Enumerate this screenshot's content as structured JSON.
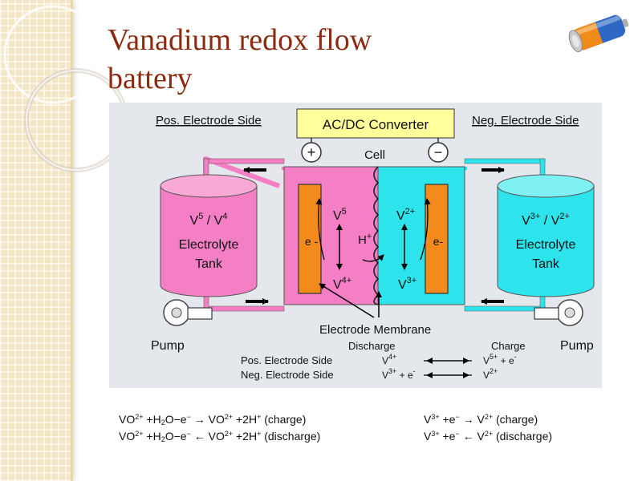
{
  "slide": {
    "title": "Vanadium redox flow battery"
  },
  "diagram": {
    "pos_side_header": "Pos. Electrode Side",
    "neg_side_header": "Neg. Electrode Side",
    "converter": "AC/DC Converter",
    "plus_symbol": "+",
    "minus_symbol": "−",
    "cell_label": "Cell",
    "left_tank": {
      "ion_a": "V",
      "ion_a_charge": "5",
      "slash": "/",
      "ion_b": "V",
      "ion_b_charge": "4",
      "line1": "Electrolyte",
      "line2": "Tank"
    },
    "right_tank": {
      "ion_a": "V",
      "ion_a_charge": "3+",
      "slash": "/",
      "ion_b": "V",
      "ion_b_charge": "2+",
      "line1": "Electrolyte",
      "line2": "Tank"
    },
    "left_cell": {
      "top_ion": "V",
      "top_charge": "5",
      "bottom_ion": "V",
      "bottom_charge": "4+",
      "electron": "e -"
    },
    "right_cell": {
      "top_ion": "V",
      "top_charge": "2+",
      "bottom_ion": "V",
      "bottom_charge": "3+",
      "electron": "e-"
    },
    "proton": "H",
    "proton_charge": "+",
    "left_pump": "Pump",
    "right_pump": "Pump",
    "electrode_membrane": "Electrode Membrane",
    "discharge": "Discharge",
    "charge": "Charge",
    "legend_pos": "Pos. Electrode Side",
    "legend_neg": "Neg. Electrode Side",
    "pos_left_ion": "V",
    "pos_left_charge": "4+",
    "pos_right_ion": "V",
    "pos_right_charge": "5+",
    "pos_right_suffix": " + e",
    "pos_right_e_charge": "-",
    "neg_left_ion": "V",
    "neg_left_charge": "3+",
    "neg_left_suffix": " + e",
    "neg_left_e_charge": "-",
    "neg_right_ion": "V",
    "neg_right_charge": "2+",
    "colors": {
      "positive_electrolyte": "#f47fc4",
      "negative_electrolyte": "#2de3ec",
      "electrode": "#f28a1c",
      "converter": "#ffff9c",
      "panel_bg": "#e4e8ed"
    }
  },
  "equations": {
    "left": {
      "charge": {
        "p1": "VO",
        "s1": "2+",
        "p2": " +H",
        "s2": "2",
        "p3": "O−e",
        "s3": "−",
        "p4": " → VO",
        "s4": "2+",
        "p5": " +2H",
        "s5": "+",
        "p6": " (charge)"
      },
      "discharge": {
        "p1": "VO",
        "s1": "2+",
        "p2": " +H",
        "s2": "2",
        "p3": "O−e",
        "s3": "−",
        "p4": " ← VO",
        "s4": "2+",
        "p5": " +2H",
        "s5": "+",
        "p6": " (discharge)"
      }
    },
    "right": {
      "charge": {
        "p1": "V",
        "s1": "3+",
        "p2": " +e",
        "s2": "−",
        "p3": " → V",
        "s3": "2+",
        "p4": " (charge)"
      },
      "discharge": {
        "p1": "V",
        "s1": "3+",
        "p2": " +e",
        "s2": "−",
        "p3": " ← V",
        "s3": "2+",
        "p4": " (discharge)"
      }
    }
  }
}
